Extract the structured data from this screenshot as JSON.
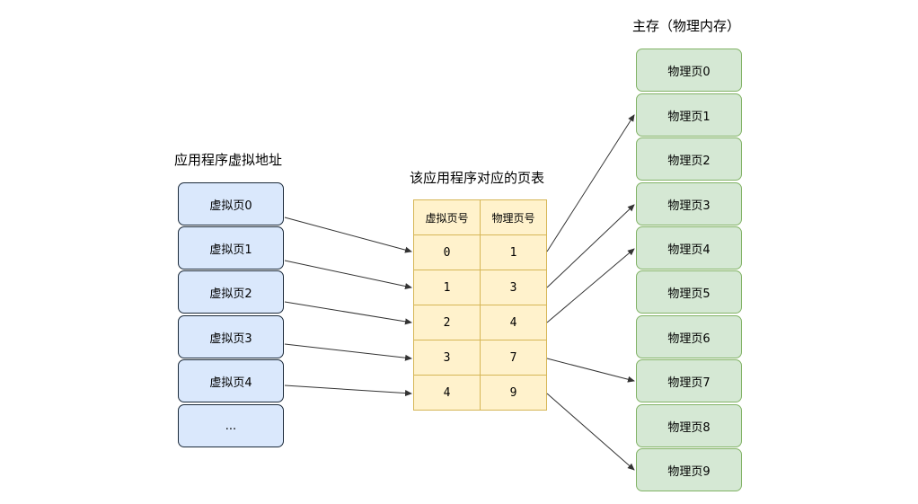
{
  "headings": {
    "virtual_address": "应用程序虚拟地址",
    "page_table": "该应用程序对应的页表",
    "main_memory": "主存（物理内存）"
  },
  "virtual_pages": [
    "虚拟页0",
    "虚拟页1",
    "虚拟页2",
    "虚拟页3",
    "虚拟页4",
    "..."
  ],
  "page_table": {
    "columns": [
      "虚拟页号",
      "物理页号"
    ],
    "rows": [
      [
        "0",
        "1"
      ],
      [
        "1",
        "3"
      ],
      [
        "2",
        "4"
      ],
      [
        "3",
        "7"
      ],
      [
        "4",
        "9"
      ]
    ]
  },
  "physical_pages": [
    "物理页0",
    "物理页1",
    "物理页2",
    "物理页3",
    "物理页4",
    "物理页5",
    "物理页6",
    "物理页7",
    "物理页8",
    "物理页9"
  ],
  "colors": {
    "virtual_fill": "#dae8fc",
    "virtual_stroke": "#1b2a3a",
    "table_fill": "#fff2cc",
    "table_stroke": "#d6b656",
    "physical_fill": "#d5e8d4",
    "physical_stroke": "#82b366",
    "arrow": "#333333"
  }
}
